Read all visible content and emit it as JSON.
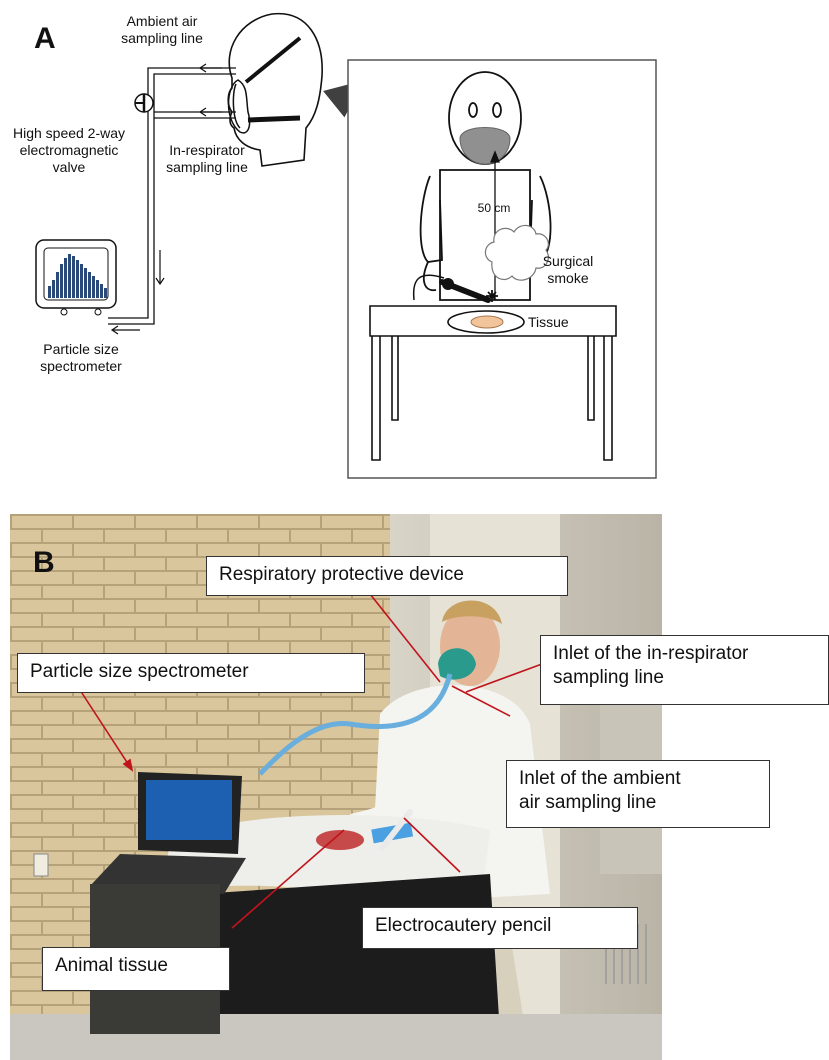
{
  "panel_a": {
    "letter": "A",
    "labels": {
      "ambient_air_line": "Ambient air\nsampling line",
      "in_respirator_line": "In-respirator\nsampling line",
      "valve": "High speed 2-way\nelectromagnetic\nvalve",
      "spectrometer": "Particle size\nspectrometer",
      "distance": "50 cm",
      "surgical_smoke": "Surgical\nsmoke",
      "tissue": "Tissue"
    },
    "colors": {
      "line": "#111111",
      "arrow": "#404040",
      "mask": "#909090",
      "bars": "#2a4a7a",
      "tissue": "#f2c49b"
    }
  },
  "panel_b": {
    "letter": "B",
    "callouts": {
      "respiratory_device": "Respiratory protective device",
      "particle_spectrometer": "Particle size spectrometer",
      "inlet_in_respirator": "Inlet of the in-respirator\nsampling line",
      "inlet_ambient": "Inlet of the ambient\nair sampling line",
      "electrocautery": "Electrocautery pencil",
      "animal_tissue": "Animal tissue"
    },
    "colors": {
      "leader_line": "#c0141c",
      "brick": "#d8c49a",
      "mortar": "#b6a27a",
      "mask": "#2a9a8c",
      "tube": "#6aaede"
    }
  }
}
